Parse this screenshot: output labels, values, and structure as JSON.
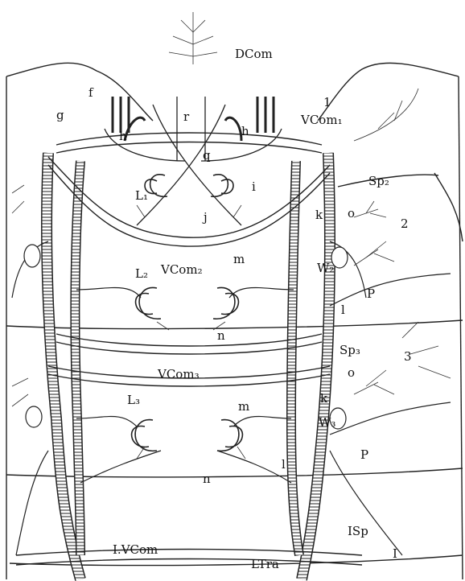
{
  "figure": {
    "labels": {
      "dcom": "DCom",
      "f": "f",
      "g": "g",
      "h_left": "h",
      "h_right": "h",
      "r": "r",
      "q": "q",
      "vcom1": "VCom₁",
      "seg1": "1",
      "sp2": "Sp₂",
      "l1": "L₁",
      "i": "i",
      "j": "j",
      "k_upper": "k",
      "o_upper": "o",
      "seg2": "2",
      "vcom2": "VCom₂",
      "m_upper": "m",
      "l2": "L₂",
      "w2": "W₂",
      "p_upper": "P",
      "l_upper": "l",
      "n_upper": "n",
      "sp3": "Sp₃",
      "seg3": "3",
      "vcom3": "VCom₃",
      "k_lower": "k",
      "o_lower": "o",
      "l3": "L₃",
      "m_lower": "m",
      "w3": "W₃",
      "p_lower": "P",
      "l_lower": "l",
      "n_lower": "n",
      "ivcom": "I.VCom",
      "ltra": "LTra",
      "isp": "ISp",
      "seg_I": "I"
    }
  }
}
